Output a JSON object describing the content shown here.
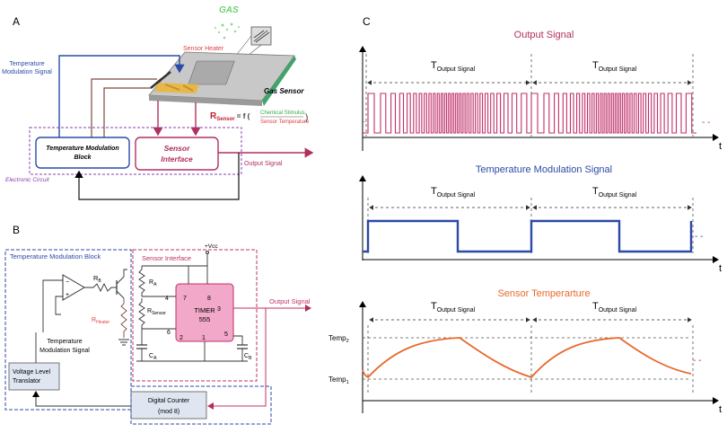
{
  "panel_a": {
    "label": "A",
    "gas": "GAS",
    "sensor_heater": "Sensor Heater",
    "temp_mod_signal_l1": "Temperature",
    "temp_mod_signal_l2": "Modulation Signal",
    "gas_sensor": "Gas Sensor",
    "r_sensor_main": "R",
    "r_sensor_sub": "Sensor",
    "r_sensor_eq": " = f (",
    "chem_stimulus": "Chemical Stimulus",
    "sensor_temperature": "Sensor Temperature",
    "r_sensor_close": ")",
    "temp_block_l1": "Temperature Modulation",
    "temp_block_l2": "Block",
    "sensor_iface_l1": "Sensor",
    "sensor_iface_l2": "Interface",
    "output_signal": "Output Signal",
    "electronic_circuit": "Electronic Circuit"
  },
  "panel_b": {
    "label": "B",
    "temp_mod_block": "Temperature  Modulation Block",
    "sensor_interface": "Sensor Interface",
    "vcc": "+Vcc",
    "rb": "R",
    "rb_sub": "B",
    "rheater": "R",
    "rheater_sub": "Heater",
    "ra": "R",
    "ra_sub": "A",
    "rsensor": "R",
    "rsensor_sub": "Sensor",
    "ca": "C",
    "ca_sub": "A",
    "cb": "C",
    "cb_sub": "B",
    "timer_l1": "TIMER",
    "timer_l2": "555",
    "pins": [
      "7",
      "8",
      "4",
      "3",
      "2",
      "6",
      "5",
      "1"
    ],
    "output_signal": "Output Signal",
    "temp_mod_signal_l1": "Temperature",
    "temp_mod_signal_l2": "Modulation Signal",
    "vlt_l1": "Voltage Level",
    "vlt_l2": "Translator",
    "counter_l1": "Digital Counter",
    "counter_l2": "(mod 8)"
  },
  "panel_c": {
    "label": "C",
    "output_title": "Output Signal",
    "tms_title": "Temperature Modulation Signal",
    "sensor_temp_title": "Sensor Temperarture",
    "period_main": "T",
    "period_sub": "Output Signal",
    "t_axis": "t",
    "temp2": "Temp",
    "temp2_sub": "2",
    "temp1": "Temp",
    "temp1_sub": "1",
    "ellipsis": "- -"
  },
  "colors": {
    "blue": "#2b4aa8",
    "pink": "#c0306a",
    "purple": "#8a3fb0",
    "orange": "#e8692a",
    "red": "#c01f2f"
  }
}
